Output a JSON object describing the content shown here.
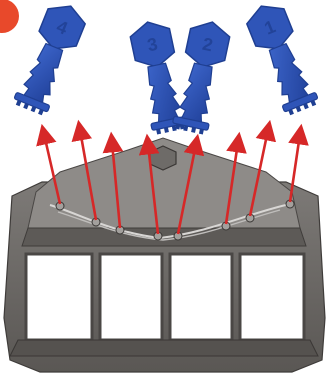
{
  "image": {
    "kind": "assembly-illustration",
    "background_color": "#ffffff"
  },
  "step_badge": {
    "text": "",
    "color": "#e8492b"
  },
  "pieces": [
    {
      "name": "piece-1",
      "hex_symbol": "4",
      "color": "#2f55b8",
      "shade": "#1f3f92"
    },
    {
      "name": "piece-2",
      "hex_symbol": "3",
      "color": "#2f55b8",
      "shade": "#1f3f92"
    },
    {
      "name": "piece-3",
      "hex_symbol": "2",
      "color": "#2f55b8",
      "shade": "#1f3f92"
    },
    {
      "name": "piece-4",
      "hex_symbol": "1",
      "color": "#2f55b8",
      "shade": "#1f3f92"
    }
  ],
  "arrows": {
    "color": "#d62828",
    "count": 8
  },
  "base": {
    "color": "#6c6966",
    "dark": "#4e4b48",
    "light": "#8a8784",
    "slot_count": 4
  }
}
